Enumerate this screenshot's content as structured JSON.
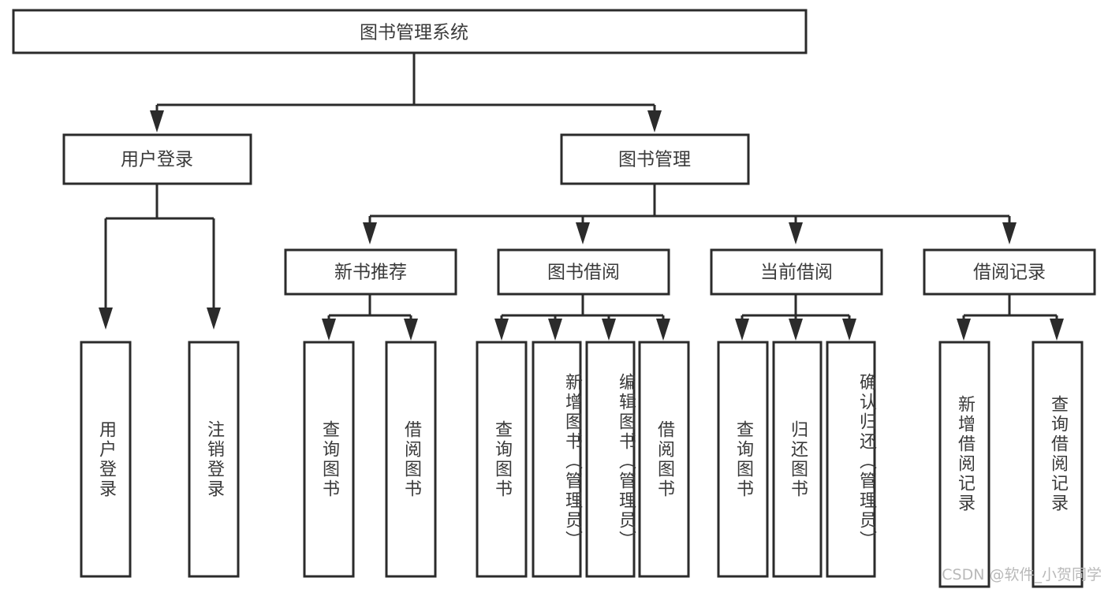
{
  "diagram": {
    "title": "图书管理系统",
    "type": "tree-hierarchy",
    "orientation": "top-down",
    "root": {
      "label": "图书管理系统"
    },
    "level2": [
      {
        "label": "用户登录"
      },
      {
        "label": "图书管理"
      }
    ],
    "level3": [
      {
        "label": "新书推荐"
      },
      {
        "label": "图书借阅"
      },
      {
        "label": "当前借阅"
      },
      {
        "label": "借阅记录"
      }
    ],
    "leaves": {
      "user_login": [
        {
          "label": "用户登录"
        },
        {
          "label": "注销登录"
        }
      ],
      "new_book_recommend": [
        {
          "label": "查询图书"
        },
        {
          "label": "借阅图书"
        }
      ],
      "book_borrow": [
        {
          "label": "查询图书"
        },
        {
          "label": "新增图书（管理员）"
        },
        {
          "label": "编辑图书（管理员）"
        },
        {
          "label": "借阅图书"
        }
      ],
      "current_borrow": [
        {
          "label": "查询图书"
        },
        {
          "label": "归还图书"
        },
        {
          "label": "确认归还（管理员）"
        }
      ],
      "borrow_record": [
        {
          "label": "新增借阅记录"
        },
        {
          "label": "查询借阅记录"
        }
      ]
    }
  },
  "watermark": {
    "text": "CSDN @软件_小贺同学"
  },
  "colors": {
    "stroke": "#2b2b2b",
    "box_fill": "#ffffff",
    "text": "#3a3a3a",
    "watermark": "#b9b9b9",
    "background": "#ffffff"
  }
}
